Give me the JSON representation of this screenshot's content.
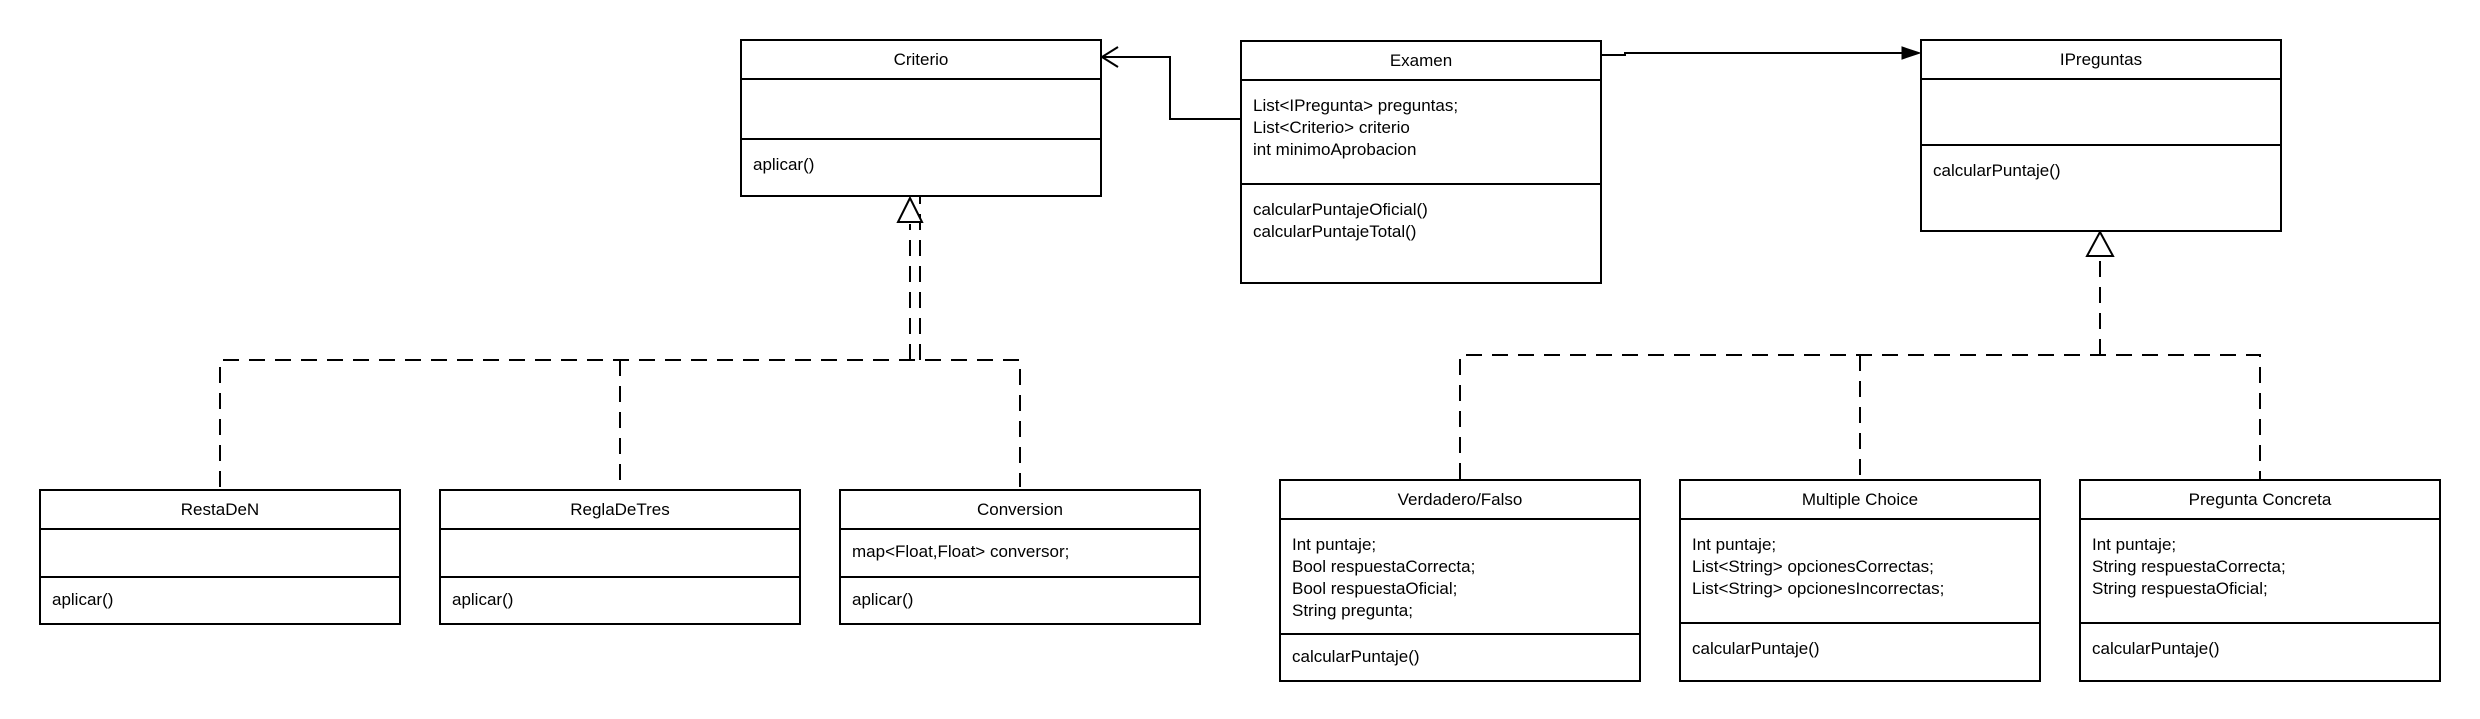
{
  "classes": {
    "criterio": {
      "name": "Criterio",
      "attributes": [],
      "methods": [
        "aplicar()"
      ]
    },
    "examen": {
      "name": "Examen",
      "attributes": [
        "List<IPregunta> preguntas;",
        "List<Criterio> criterio",
        "int minimoAprobacion"
      ],
      "methods": [
        "calcularPuntajeOficial()",
        "calcularPuntajeTotal()"
      ]
    },
    "ipreguntas": {
      "name": "IPreguntas",
      "attributes": [],
      "methods": [
        "calcularPuntaje()"
      ]
    },
    "restaden": {
      "name": "RestaDeN",
      "attributes": [],
      "methods": [
        "aplicar()"
      ]
    },
    "regladetres": {
      "name": "ReglaDeTres",
      "attributes": [],
      "methods": [
        "aplicar()"
      ]
    },
    "conversion": {
      "name": "Conversion",
      "attributes": [
        "map<Float,Float> conversor;"
      ],
      "methods": [
        "aplicar()"
      ]
    },
    "verdaderofalso": {
      "name": "Verdadero/Falso",
      "attributes": [
        "Int puntaje;",
        "Bool respuestaCorrecta;",
        "Bool respuestaOficial;",
        "String pregunta;"
      ],
      "methods": [
        "calcularPuntaje()"
      ]
    },
    "multiplechoice": {
      "name": "Multiple Choice",
      "attributes": [
        "Int puntaje;",
        "List<String> opcionesCorrectas;",
        "List<String> opcionesIncorrectas;"
      ],
      "methods": [
        "calcularPuntaje()"
      ]
    },
    "preguntaconcreta": {
      "name": "Pregunta Concreta",
      "attributes": [
        "Int puntaje;",
        "String respuestaCorrecta;",
        "String respuestaOficial;"
      ],
      "methods": [
        "calcularPuntaje()"
      ]
    }
  },
  "relationships": [
    {
      "type": "association",
      "from": "examen",
      "to": "criterio"
    },
    {
      "type": "association",
      "from": "examen",
      "to": "ipreguntas"
    },
    {
      "type": "realization",
      "from": "restaden",
      "to": "criterio"
    },
    {
      "type": "realization",
      "from": "regladetres",
      "to": "criterio"
    },
    {
      "type": "realization",
      "from": "conversion",
      "to": "criterio"
    },
    {
      "type": "realization",
      "from": "verdaderofalso",
      "to": "ipreguntas"
    },
    {
      "type": "realization",
      "from": "multiplechoice",
      "to": "ipreguntas"
    },
    {
      "type": "realization",
      "from": "preguntaconcreta",
      "to": "ipreguntas"
    }
  ],
  "colors": {
    "stroke": "#000000",
    "background": "#ffffff"
  }
}
